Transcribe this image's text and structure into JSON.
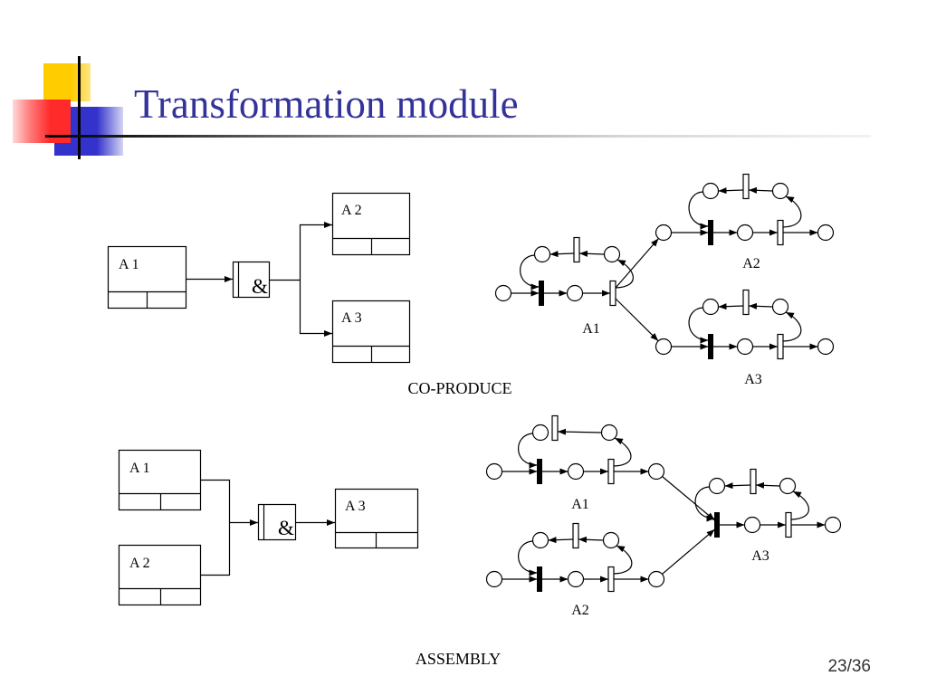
{
  "slide": {
    "title": "Transformation module",
    "page_number": "23/36"
  },
  "co_produce": {
    "caption": "CO-PRODUCE",
    "idef3": {
      "source_box": "A 1",
      "junction": "&",
      "target_boxes": [
        "A 2",
        "A 3"
      ]
    },
    "petri_net": {
      "subnet_labels": [
        "A1",
        "A2",
        "A3"
      ]
    }
  },
  "assembly": {
    "caption": "ASSEMBLY",
    "idef3": {
      "source_boxes": [
        "A 1",
        "A 2"
      ],
      "junction": "&",
      "target_box": "A 3"
    },
    "petri_net": {
      "subnet_labels": [
        "A1",
        "A2",
        "A3"
      ]
    }
  },
  "colors": {
    "title": "#333399",
    "accent_yellow": "#ffcc00",
    "accent_red": "#ff2a2a",
    "accent_blue": "#3333cc"
  }
}
